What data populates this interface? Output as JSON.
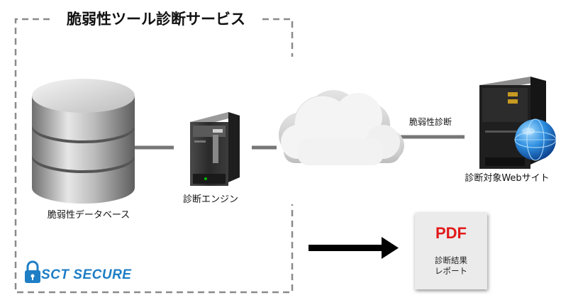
{
  "title": "脆弱性ツール診断サービス",
  "nodes": {
    "database": "脆弱性データベース",
    "engine": "診断エンジン",
    "target": "診断対象Webサイト"
  },
  "edge_label": "脆弱性診断",
  "report": {
    "format": "PDF",
    "caption": "診断結果\nレポート"
  },
  "brand": {
    "name": "SCT SECURE",
    "color": "#1e7ec6"
  },
  "colors": {
    "frame_dash": "#8a8a8a",
    "connector": "#777777",
    "pdf_accent": "#e21a1a"
  },
  "icons": [
    "database-icon",
    "server-icon",
    "cloud-icon",
    "globe-icon",
    "lock-icon",
    "arrow-right-icon"
  ]
}
